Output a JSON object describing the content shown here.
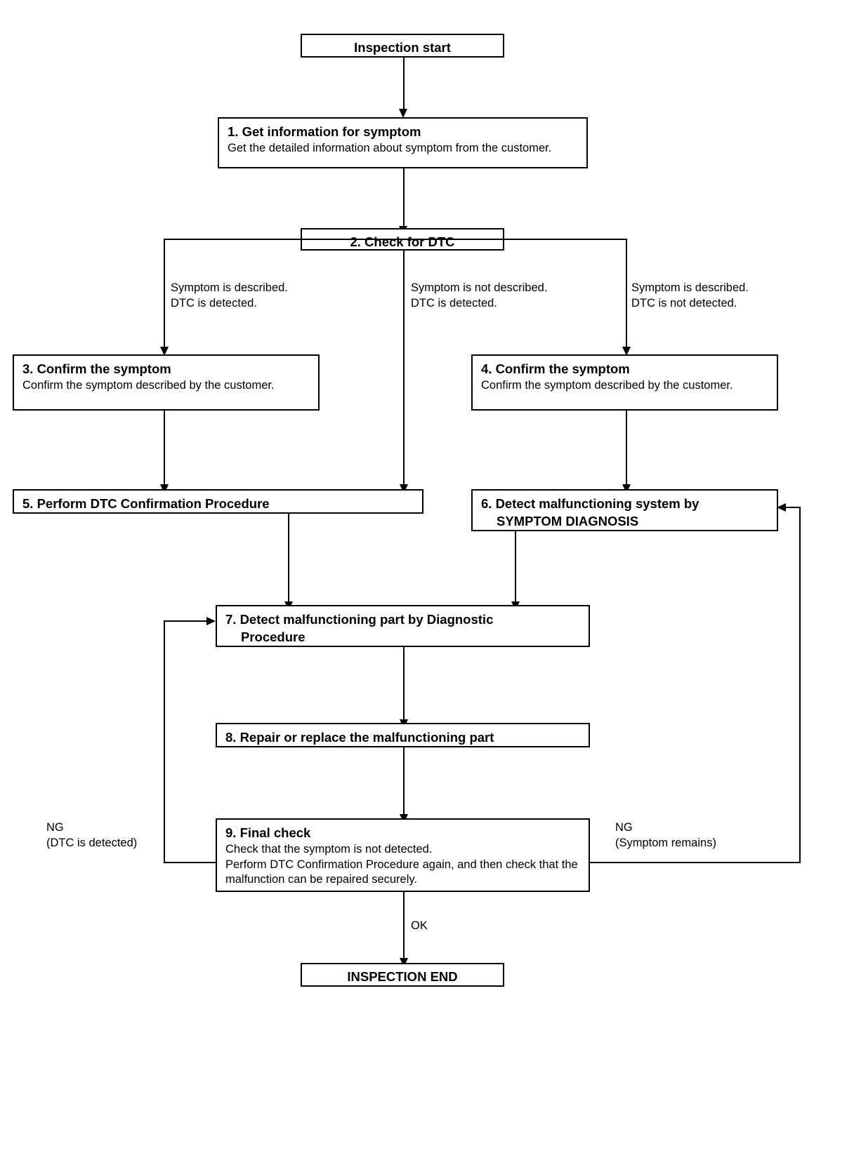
{
  "diagram": {
    "title": "Inspection start",
    "type": "flowchart",
    "orientation": "top-to-bottom",
    "nodes": [
      {
        "id": "start",
        "label": "Inspection start",
        "body": "",
        "shape": "rect",
        "style": "bold-centered"
      },
      {
        "id": "step1",
        "label": "1. Get information for symptom",
        "body": "Get the detailed information about symptom from the customer.",
        "shape": "rect",
        "style": "title-body"
      },
      {
        "id": "step2",
        "label": "2. Check for DTC",
        "body": "",
        "shape": "rect",
        "style": "bold-centered"
      },
      {
        "id": "step3",
        "label": "3. Confirm the symptom",
        "body": "Confirm the symptom described by the customer.",
        "shape": "rect",
        "style": "title-body"
      },
      {
        "id": "step4",
        "label": "4. Confirm the symptom",
        "body": "Confirm the symptom described by the customer.",
        "shape": "rect",
        "style": "title-body"
      },
      {
        "id": "step5",
        "label": "5. Perform DTC Confirmation Procedure",
        "body": "",
        "shape": "rect",
        "style": "title-only"
      },
      {
        "id": "step6",
        "label": "6. Detect malfunctioning system by\nSYMPTOM DIAGNOSIS",
        "body": "",
        "shape": "rect",
        "style": "title-only"
      },
      {
        "id": "step7",
        "label": "7. Detect malfunctioning part by Diagnostic\nProcedure",
        "body": "",
        "shape": "rect",
        "style": "title-only"
      },
      {
        "id": "step8",
        "label": "8. Repair or replace the malfunctioning part",
        "body": "",
        "shape": "rect",
        "style": "title-only"
      },
      {
        "id": "step9",
        "label": "9. Final check",
        "body": "Check that the symptom is not detected.\nPerform DTC Confirmation Procedure again, and then check that the malfunction can be repaired securely.",
        "shape": "rect",
        "style": "title-body"
      },
      {
        "id": "end",
        "label": "INSPECTION END",
        "body": "",
        "shape": "rect",
        "style": "bold-centered"
      }
    ],
    "edge_labels": [
      {
        "id": "branch-left",
        "text": "Symptom is described.\nDTC is detected."
      },
      {
        "id": "branch-middle",
        "text": "Symptom is not described.\nDTC is detected."
      },
      {
        "id": "branch-right",
        "text": "Symptom is described.\nDTC is not detected."
      },
      {
        "id": "feedback-left",
        "text": "NG\n(DTC is detected)"
      },
      {
        "id": "feedback-right",
        "text": "NG\n(Symptom remains)"
      },
      {
        "id": "final-ok",
        "text": "OK"
      }
    ]
  },
  "colors": {
    "stroke": "#000000",
    "fill": "#ffffff",
    "text": "#000000"
  }
}
